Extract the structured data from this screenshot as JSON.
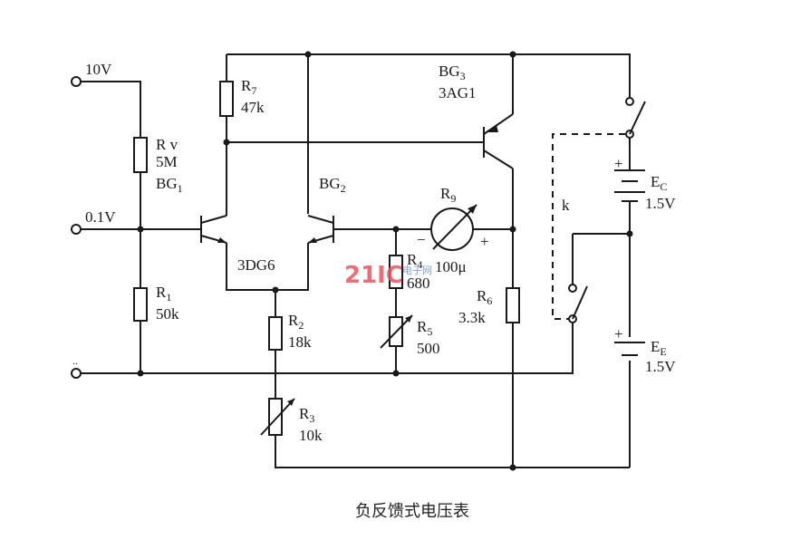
{
  "diagram": {
    "caption": "负反馈式电压表",
    "terminals": {
      "in_high": "10V",
      "in_low": "0.1V",
      "common": ".."
    },
    "components": {
      "Rv": {
        "name": "R v",
        "value": "5M"
      },
      "BG1": {
        "name": "BG",
        "sub": "1"
      },
      "BG2": {
        "name": "BG",
        "sub": "2"
      },
      "BG3": {
        "name": "BG",
        "sub": "3",
        "type": "3AG1"
      },
      "pair_type": "3DG6",
      "R7": {
        "name": "R",
        "sub": "7",
        "value": "47k"
      },
      "R1": {
        "name": "R",
        "sub": "1",
        "value": "50k"
      },
      "R2": {
        "name": "R",
        "sub": "2",
        "value": "18k"
      },
      "R3": {
        "name": "R",
        "sub": "3",
        "value": "10k"
      },
      "R4": {
        "name": "R",
        "sub": "4",
        "value": "680"
      },
      "R5": {
        "name": "R",
        "sub": "5",
        "value": "500"
      },
      "R6": {
        "name": "R",
        "sub": "6",
        "value": "3.3k"
      },
      "R9": {
        "name": "R",
        "sub": "9",
        "value": "100μ"
      },
      "meter_minus": "−",
      "meter_plus": "+",
      "switch": "k",
      "Ec": {
        "name": "E",
        "sub": "C",
        "value": "1.5V",
        "plus": "+"
      },
      "Ee": {
        "name": "E",
        "sub": "E",
        "value": "1.5V",
        "plus": "+"
      }
    },
    "watermark": {
      "text": "21IC",
      "suffix": "电子网"
    },
    "colors": {
      "ink": "#1a1a1a",
      "watermark_red": "#e85560",
      "watermark_blue": "#6a8fd0"
    }
  }
}
